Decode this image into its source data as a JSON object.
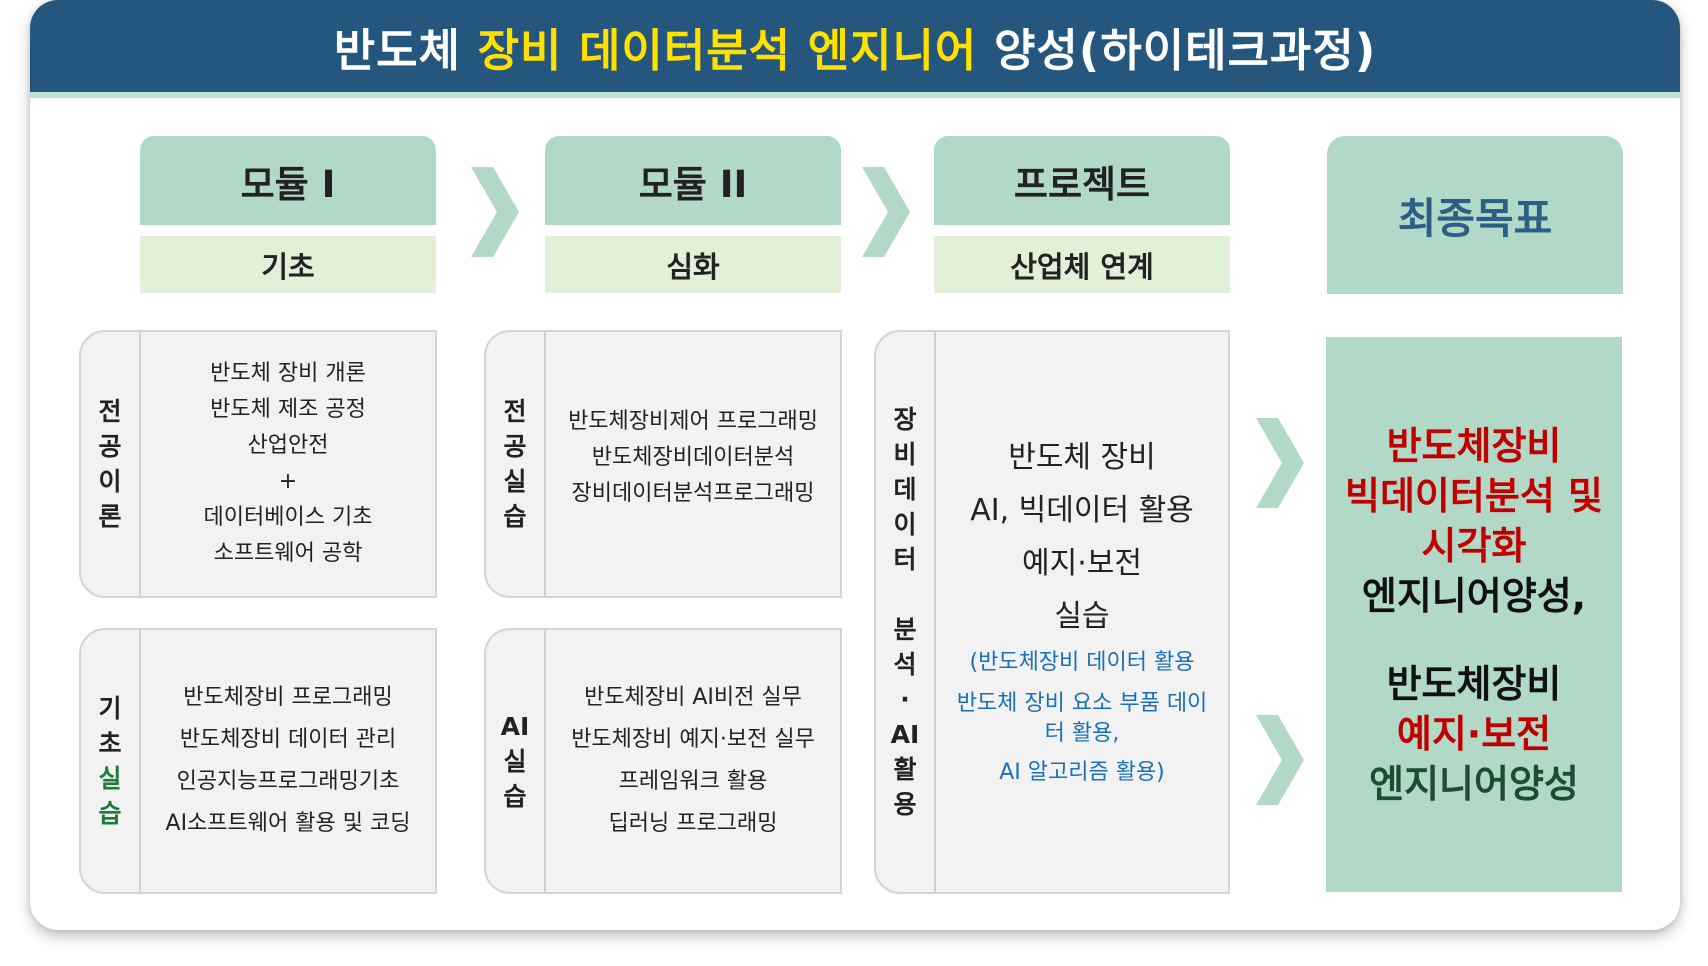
{
  "title": {
    "part1": "반도체 ",
    "highlight": "장비 데이터분석 엔지니어",
    "part2": " 양성(하이테크과정)"
  },
  "columns": [
    {
      "title": "모듈 I",
      "subtitle": "기초"
    },
    {
      "title": "모듈 II",
      "subtitle": "심화"
    },
    {
      "title": "프로젝트",
      "subtitle": "산업체 연계"
    }
  ],
  "goal_header": "최종목표",
  "boxes": {
    "major_theory": {
      "label": [
        "전",
        "공",
        "이",
        "론"
      ],
      "lines": [
        "반도체 장비 개론",
        "반도체 제조 공정",
        "산업안전",
        "+",
        "데이터베이스 기초",
        "소프트웨어 공학"
      ]
    },
    "basic_practice": {
      "label": [
        "기",
        "초",
        "실",
        "습"
      ],
      "lines": [
        "반도체장비 프로그래밍",
        "반도체장비 데이터 관리",
        "인공지능프로그래밍기초",
        "AI소프트웨어 활용 및 코딩"
      ]
    },
    "major_practice": {
      "label": [
        "전",
        "공",
        "실",
        "습"
      ],
      "lines": [
        "반도체장비제어 프로그래밍",
        "반도체장비데이터분석",
        "장비데이터분석프로그래밍"
      ]
    },
    "ai_practice": {
      "label": [
        "AI",
        "실",
        "습"
      ],
      "lines": [
        "반도체장비 AI비전 실무",
        "반도체장비 예지·보전 실무",
        "프레임워크 활용",
        "딥러닝 프로그래밍"
      ]
    },
    "project": {
      "label": [
        "장",
        "비",
        "데",
        "이",
        "터",
        "",
        "분",
        "석",
        "·",
        "AI",
        "활",
        "용"
      ],
      "main_lines": [
        "반도체 장비",
        "AI, 빅데이터 활용",
        "예지·보전",
        "실습"
      ],
      "sub_lines": [
        "(반도체장비 데이터 활용",
        "반도체 장비 요소 부품 데이",
        "터 활용,",
        "AI 알고리즘 활용)"
      ]
    }
  },
  "goal": {
    "lines1_red": [
      "반도체장비",
      "빅데이터분석 및",
      "시각화"
    ],
    "line1_dark": "엔지니어양성,",
    "line2_dark": "반도체장비",
    "line2_red": "예지·보전",
    "line2_green": "엔지니어양성"
  },
  "colors": {
    "banner": "#24567e",
    "highlight": "#ffe000",
    "header": "#b2d9c8",
    "subheader": "#e2f0d8",
    "box": "#f2f2f2",
    "red": "#c00000",
    "blue": "#1b6fbb",
    "chevron": "#b2d9c8"
  }
}
